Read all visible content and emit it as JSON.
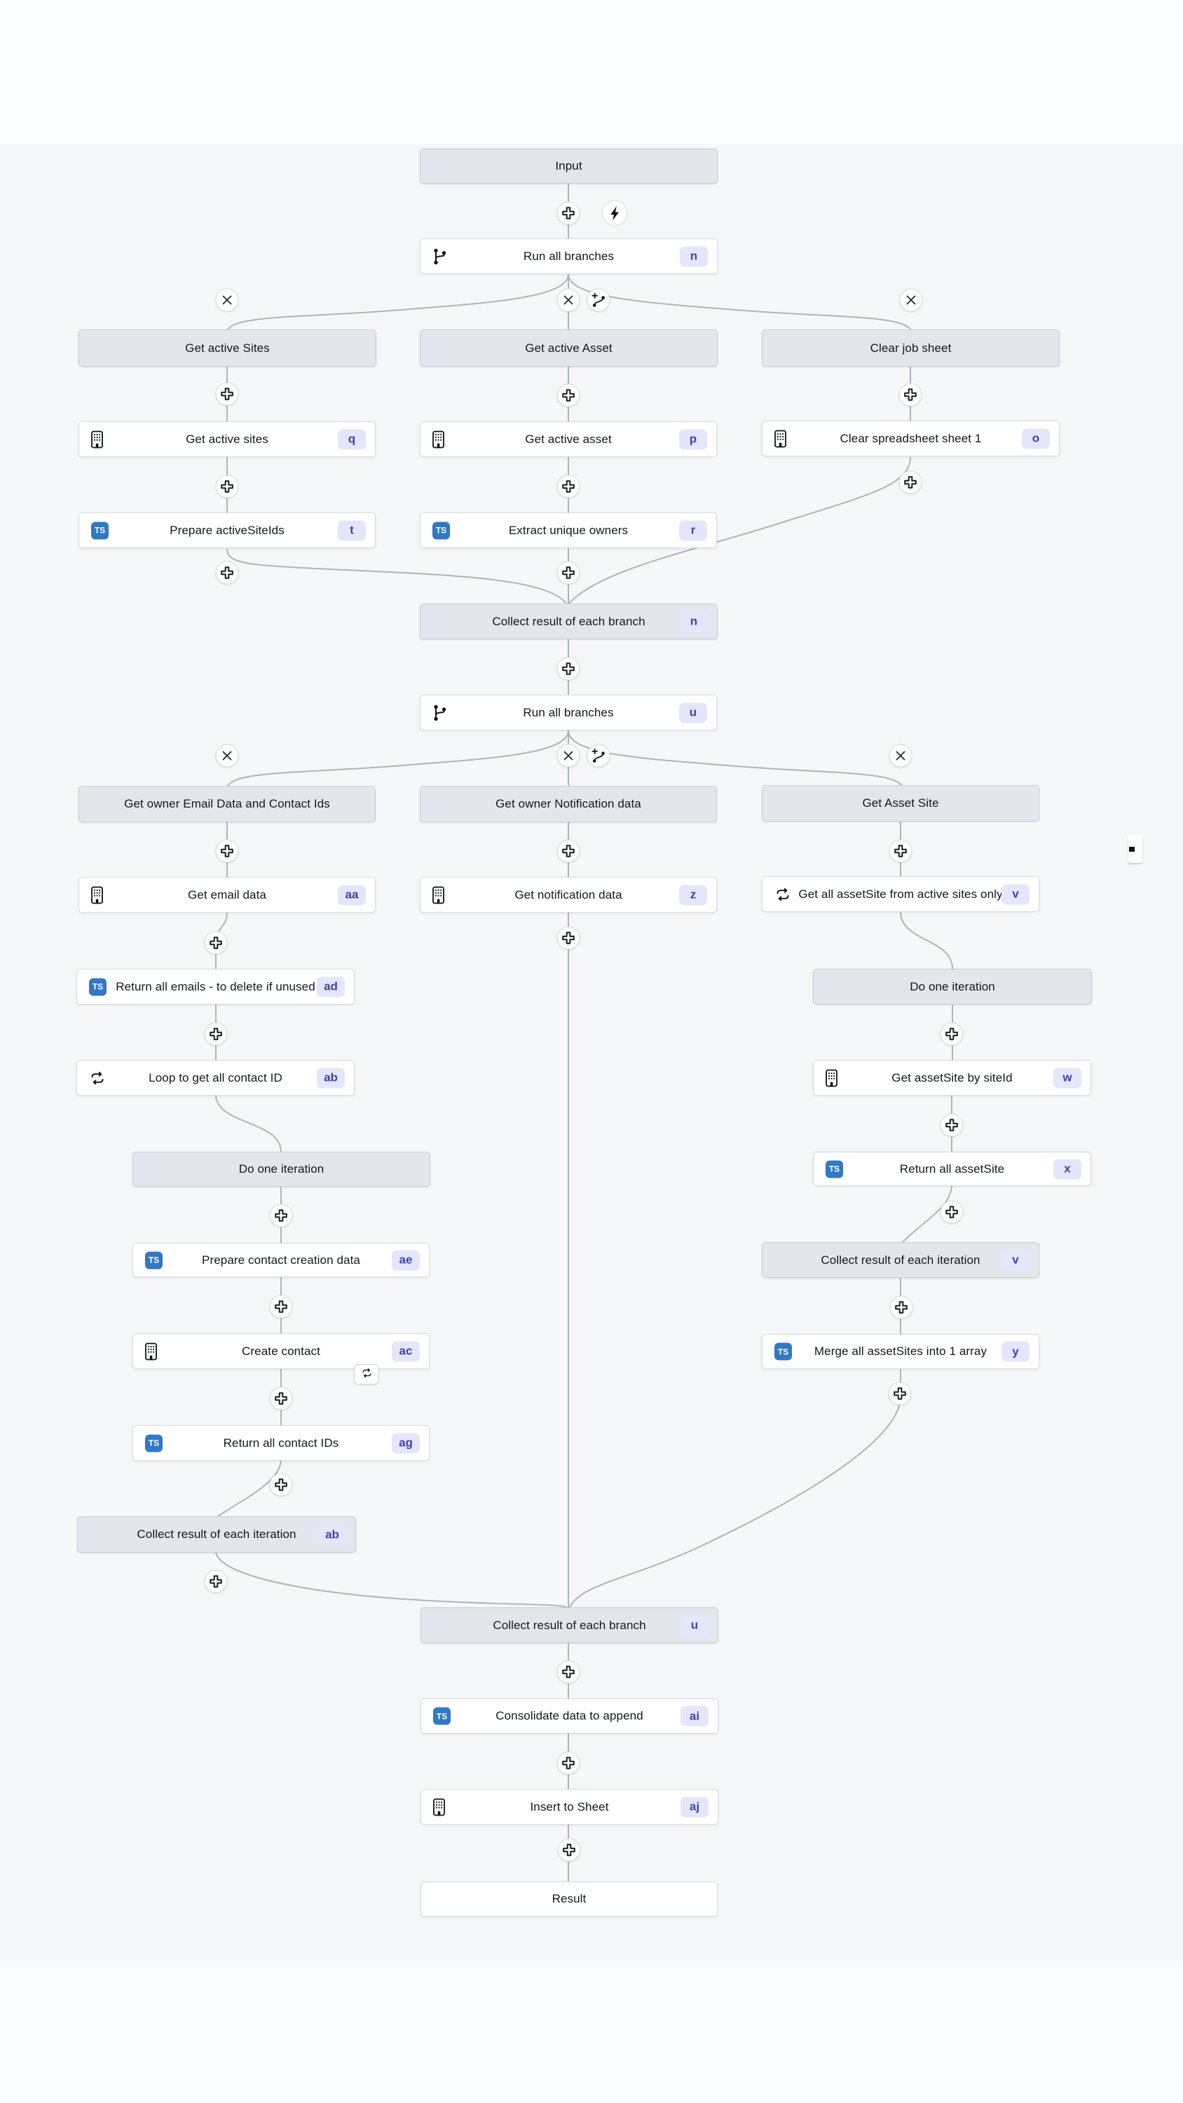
{
  "canvas": {
    "background": "#f6f7f9",
    "connector_color": "#aeb4bb",
    "header_fill": "#e3e7ed",
    "card_fill": "#ffffff",
    "badge_bg": "#e4e7fb",
    "badge_text_color": "#3f43a6",
    "ts_icon_color": "#3178c6"
  },
  "icons": {
    "ts_label": "TS",
    "names": [
      "plus-icon",
      "close-icon",
      "add-branch-icon",
      "lightning-icon",
      "git-branch-icon",
      "building-icon",
      "loop-icon"
    ]
  },
  "nodes": {
    "input": {
      "label": "Input"
    },
    "run1": {
      "label": "Run all branches",
      "badge": "n"
    },
    "hdrActiveSites": {
      "label": "Get active Sites"
    },
    "getActiveSites": {
      "label": "Get active sites",
      "badge": "q"
    },
    "prepareActiveSiteIds": {
      "label": "Prepare activeSiteIds",
      "badge": "t"
    },
    "hdrActiveAsset": {
      "label": "Get active Asset"
    },
    "getActiveAsset": {
      "label": "Get active asset",
      "badge": "p"
    },
    "extractUniqueOwners": {
      "label": "Extract unique owners",
      "badge": "r"
    },
    "hdrClearJobSheet": {
      "label": "Clear job sheet"
    },
    "clearSpreadsheet": {
      "label": "Clear spreadsheet sheet 1",
      "badge": "o"
    },
    "collectBranchN": {
      "label": "Collect result of each branch",
      "badge": "n"
    },
    "run2": {
      "label": "Run all branches",
      "badge": "u"
    },
    "hdrOwnerEmail": {
      "label": "Get owner Email Data and Contact Ids"
    },
    "getEmailData": {
      "label": "Get email data",
      "badge": "aa"
    },
    "returnAllEmails": {
      "label": "Return all emails - to delete if unused",
      "badge": "ad"
    },
    "loopContactId": {
      "label": "Loop to get all contact ID",
      "badge": "ab"
    },
    "hdrDoOneIterationLeft": {
      "label": "Do one iteration"
    },
    "prepareContactCreation": {
      "label": "Prepare contact creation data",
      "badge": "ae"
    },
    "createContact": {
      "label": "Create contact",
      "badge": "ac"
    },
    "returnContactIds": {
      "label": "Return all contact IDs",
      "badge": "ag"
    },
    "collectIterAb": {
      "label": "Collect result of each iteration",
      "badge": "ab"
    },
    "hdrOwnerNotification": {
      "label": "Get owner Notification data"
    },
    "getNotificationData": {
      "label": "Get notification data",
      "badge": "z"
    },
    "hdrAssetSite": {
      "label": "Get Asset Site"
    },
    "getAllAssetSite": {
      "label": "Get all assetSite from active sites only",
      "badge": "v"
    },
    "hdrDoOneIterationRight": {
      "label": "Do one iteration"
    },
    "getAssetSiteBySiteId": {
      "label": "Get assetSite by siteId",
      "badge": "w"
    },
    "returnAllAssetSite": {
      "label": "Return all assetSite",
      "badge": "x"
    },
    "collectIterV": {
      "label": "Collect result of each iteration",
      "badge": "v"
    },
    "mergeAssetSites": {
      "label": "Merge all assetSites into 1 array",
      "badge": "y"
    },
    "collectBranchU": {
      "label": "Collect result of each branch",
      "badge": "u"
    },
    "consolidate": {
      "label": "Consolidate data to append",
      "badge": "ai"
    },
    "insertToSheet": {
      "label": "Insert to Sheet",
      "badge": "aj"
    },
    "result": {
      "label": "Result"
    }
  }
}
